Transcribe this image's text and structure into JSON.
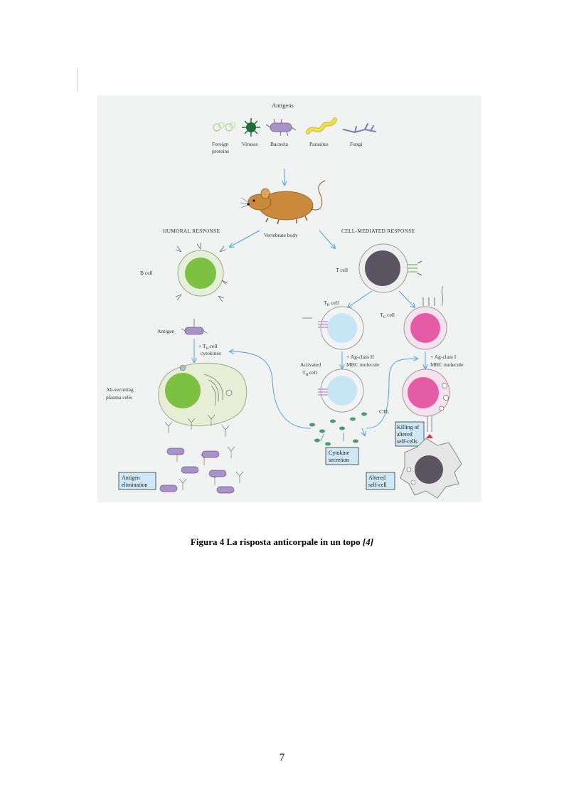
{
  "figure": {
    "antigens_heading": "Antigens",
    "antigen_types": [
      "Foreign proteins",
      "Viruses",
      "Bacteria",
      "Parasites",
      "Fungi"
    ],
    "foreign_line1": "Foreign",
    "foreign_line2": "proteins",
    "body_label": "Vertebrate body",
    "humoral_heading": "HUMORAL RESPONSE",
    "cell_mediated_heading": "CELL-MEDIATED RESPONSE",
    "b_cell": "B cell",
    "t_cell": "T cell",
    "th_cell": "T",
    "th_sub": "H",
    "cell_word": " cell",
    "tc_cell": "T",
    "tc_sub": "C",
    "antigen_label": "Antigen",
    "th_cytokines_line1_a": "+ T",
    "th_cytokines_line1_b": "cell",
    "th_cytokines_line2": "cytokines",
    "ag_class2_line1": "+ Ag-class II",
    "ag_class2_line2": "MHC molecule",
    "ag_class1_line1": "+ Ag-class I",
    "ag_class1_line2": "MHC molecule",
    "activated_line1": "Activated",
    "activated_line2_a": "T",
    "activated_line2_b": "cell",
    "plasma_line1": "Ab-secreting",
    "plasma_line2": "plasma cells",
    "ctl": "CTL",
    "killing_line1": "Killing of",
    "killing_line2": "altered",
    "killing_line3": "self-cells",
    "cytokine_line1": "Cytokine",
    "cytokine_line2": "secretion",
    "altered_line1": "Altered",
    "altered_line2": "self-cell",
    "elimination_line1": "Antigen",
    "elimination_line2": "elimination"
  },
  "caption": {
    "text": "Figura 4 La risposta anticorpale in un topo ",
    "ref": "[4]"
  },
  "page_number": "7",
  "colors": {
    "arrow": "#4aa3df",
    "b_cell_nucleus": "#7cc142",
    "th_nucleus": "#c7e6f5",
    "tc_nucleus": "#e35ca5",
    "t_nucleus": "#5a5560",
    "bacteria": "#a991c9",
    "parasite": "#f1e04a",
    "virus": "#1f6b3a",
    "mouse": "#c98a3c",
    "label_box": "#cfe8f5"
  }
}
